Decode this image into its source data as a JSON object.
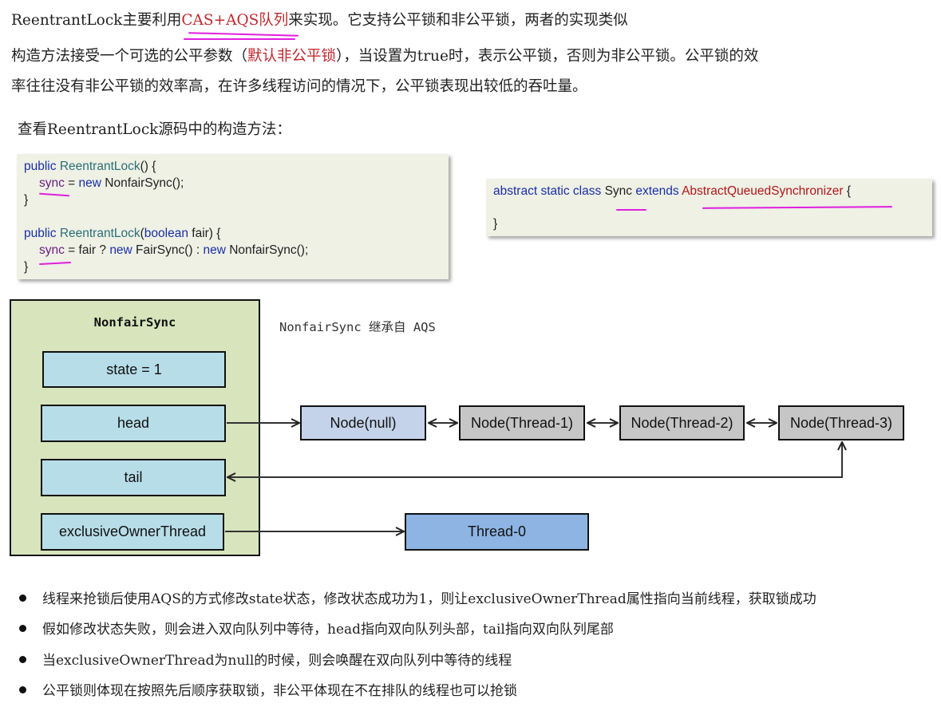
{
  "intro": {
    "line1_prefix": "ReentrantLock主要利用",
    "line1_highlight": "CAS+AQS队列",
    "line1_suffix": "来实现。它支持公平锁和非公平锁，两者的实现类似",
    "line2_prefix": "构造方法接受一个可选的公平参数（",
    "line2_highlight": "默认非公平锁",
    "line2_suffix": "），当设置为true时，表示公平锁，否则为非公平锁。公平锁的效",
    "line3": "率往往没有非公平锁的效率高，在许多线程访问的情况下，公平锁表现出较低的吞吐量。",
    "line4": "查看ReentrantLock源码中的构造方法："
  },
  "code_left": {
    "l1_kw": "public",
    "l1_cls": "ReentrantLock",
    "l1_rest": "() {",
    "l2_var": "sync",
    "l2_eq": " = ",
    "l2_kw": "new",
    "l2_rest": " NonfairSync();",
    "l3": "}",
    "l5_kw": "public",
    "l5_cls": "ReentrantLock",
    "l5_paren": "(",
    "l5_kw2": "boolean",
    "l5_rest": " fair) {",
    "l6_var": "sync",
    "l6_mid": " = fair ? ",
    "l6_kw": "new",
    "l6_mid2": " FairSync() : ",
    "l6_kw2": "new",
    "l6_rest": " NonfairSync();",
    "l7": "}"
  },
  "code_right": {
    "l1_kw": "abstract static class",
    "l1_name": "Sync",
    "l1_kw2": "extends",
    "l1_super": "AbstractQueuedSynchronizer",
    "l1_rest": "{",
    "l2": "}"
  },
  "diagram": {
    "outer_title": "NonfairSync",
    "note": "NonfairSync 继承自 AQS",
    "fields": [
      "state = 1",
      "head",
      "tail",
      "exclusiveOwnerThread"
    ],
    "nodes": [
      "Node(null)",
      "Node(Thread-1)",
      "Node(Thread-2)",
      "Node(Thread-3)"
    ],
    "owner": "Thread-0"
  },
  "bullets": [
    "线程来抢锁后使用AQS的方式修改state状态，修改状态成功为1，则让exclusiveOwnerThread属性指向当前线程，获取锁成功",
    "假如修改状态失败，则会进入双向队列中等待，head指向双向队列头部，tail指向双向队列尾部",
    "当exclusiveOwnerThread为null的时候，则会唤醒在双向队列中等待的线程",
    "公平锁则体现在按照先后顺序获取锁，非公平体现在不在排队的线程也可以抢锁"
  ],
  "colors": {
    "highlight_red": "#c0282d",
    "annotation_magenta": "#e01ee0",
    "outer_box": "#d7e4bc",
    "field_box": "#b7dde8",
    "node_null": "#c5d3ea",
    "node_thread": "#c6c6c6",
    "thread0": "#8db4e2"
  }
}
